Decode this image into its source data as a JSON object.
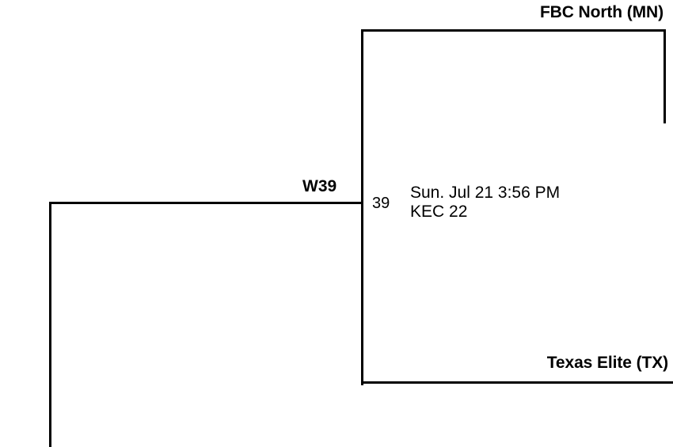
{
  "bracket": {
    "match": {
      "game_number": "39",
      "winner_slot_label": "W39",
      "datetime": "Sun. Jul 21 3:56 PM",
      "venue": "KEC 22",
      "top_team": "FBC North (MN)",
      "bottom_team": "Texas Elite (TX)"
    },
    "colors": {
      "line": "#000000",
      "text": "#000000",
      "background": "#ffffff"
    }
  }
}
